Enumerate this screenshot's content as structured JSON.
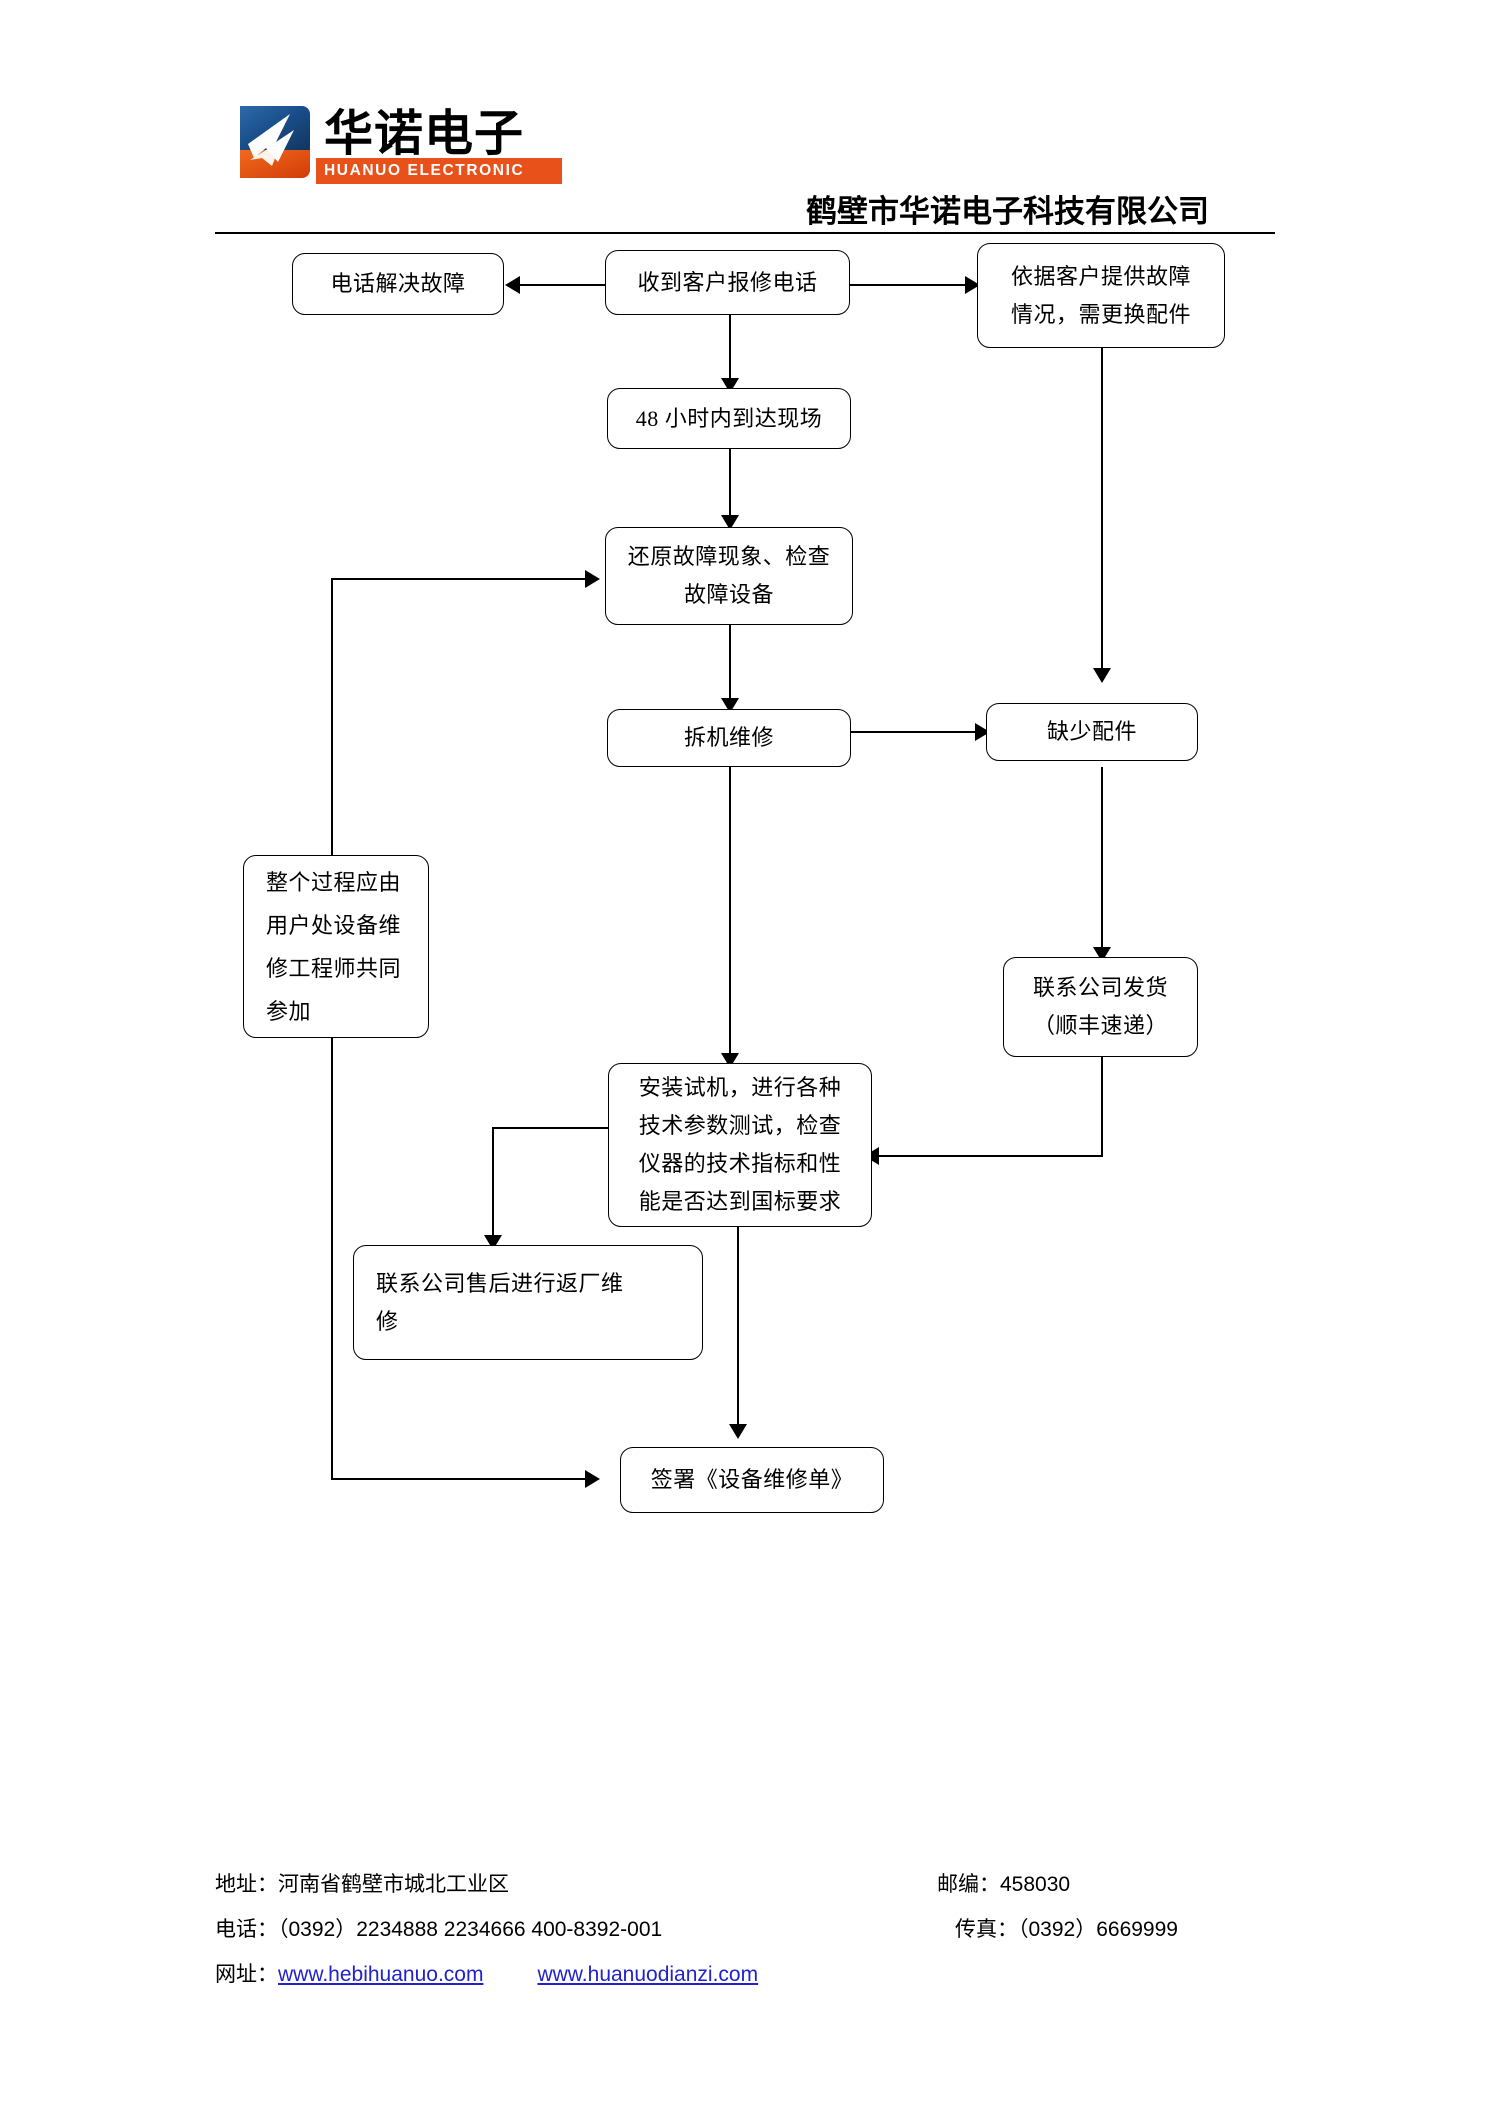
{
  "header": {
    "logo_cn": "华诺电子",
    "logo_en": "HUANUO ELECTRONIC",
    "company_title": "鹤壁市华诺电子科技有限公司",
    "brand_blue": "#1f4e89",
    "brand_orange": "#e8521a"
  },
  "flowchart": {
    "type": "flowchart",
    "nodes": [
      {
        "id": "n1",
        "label": "电话解决故障"
      },
      {
        "id": "n2",
        "label": "收到客户报修电话"
      },
      {
        "id": "n3",
        "label": "依据客户提供故障\n情况，需更换配件"
      },
      {
        "id": "n4",
        "label": "48 小时内到达现场"
      },
      {
        "id": "n5",
        "label": "还原故障现象、检查\n故障设备"
      },
      {
        "id": "n6",
        "label": "拆机维修"
      },
      {
        "id": "n7",
        "label": "缺少配件"
      },
      {
        "id": "n8",
        "label": "整个过程应由\n用户处设备维\n修工程师共同\n参加"
      },
      {
        "id": "n9",
        "label": "联系公司发货\n（顺丰速递）"
      },
      {
        "id": "n10",
        "label": "安装试机，进行各种\n技术参数测试，检查\n仪器的技术指标和性\n能是否达到国标要求"
      },
      {
        "id": "n11",
        "label": "联系公司售后进行返厂维\n修"
      },
      {
        "id": "n12",
        "label": "签署《设备维修单》"
      }
    ],
    "edges": [
      {
        "from": "n2",
        "to": "n1",
        "dir": "left"
      },
      {
        "from": "n2",
        "to": "n3",
        "dir": "right"
      },
      {
        "from": "n2",
        "to": "n4",
        "dir": "down"
      },
      {
        "from": "n4",
        "to": "n5",
        "dir": "down"
      },
      {
        "from": "n5",
        "to": "n6",
        "dir": "down"
      },
      {
        "from": "n6",
        "to": "n7",
        "dir": "right"
      },
      {
        "from": "n3",
        "to": "n7",
        "dir": "down"
      },
      {
        "from": "n7",
        "to": "n9",
        "dir": "down"
      },
      {
        "from": "n6",
        "to": "n10",
        "dir": "down"
      },
      {
        "from": "n9",
        "to": "n10",
        "dir": "left"
      },
      {
        "from": "n10",
        "to": "n11",
        "dir": "down-left"
      },
      {
        "from": "n10",
        "to": "n12",
        "dir": "down"
      },
      {
        "from": "n8",
        "to": "n12",
        "dir": "down-right"
      },
      {
        "from": "n8",
        "to": "n5",
        "dir": "up-right"
      }
    ]
  },
  "footer": {
    "address_label": "地址：河南省鹤壁市城北工业区",
    "postcode_label": "邮编：458030",
    "phone_label": "电话：（0392）2234888    2234666    400-8392-001",
    "fax_label": "传真：（0392）6669999",
    "website_label": "网址：",
    "website_1": "www.hebihuanuo.com",
    "website_2": "www.huanuodianzi.com",
    "link_color": "#2222cc"
  }
}
